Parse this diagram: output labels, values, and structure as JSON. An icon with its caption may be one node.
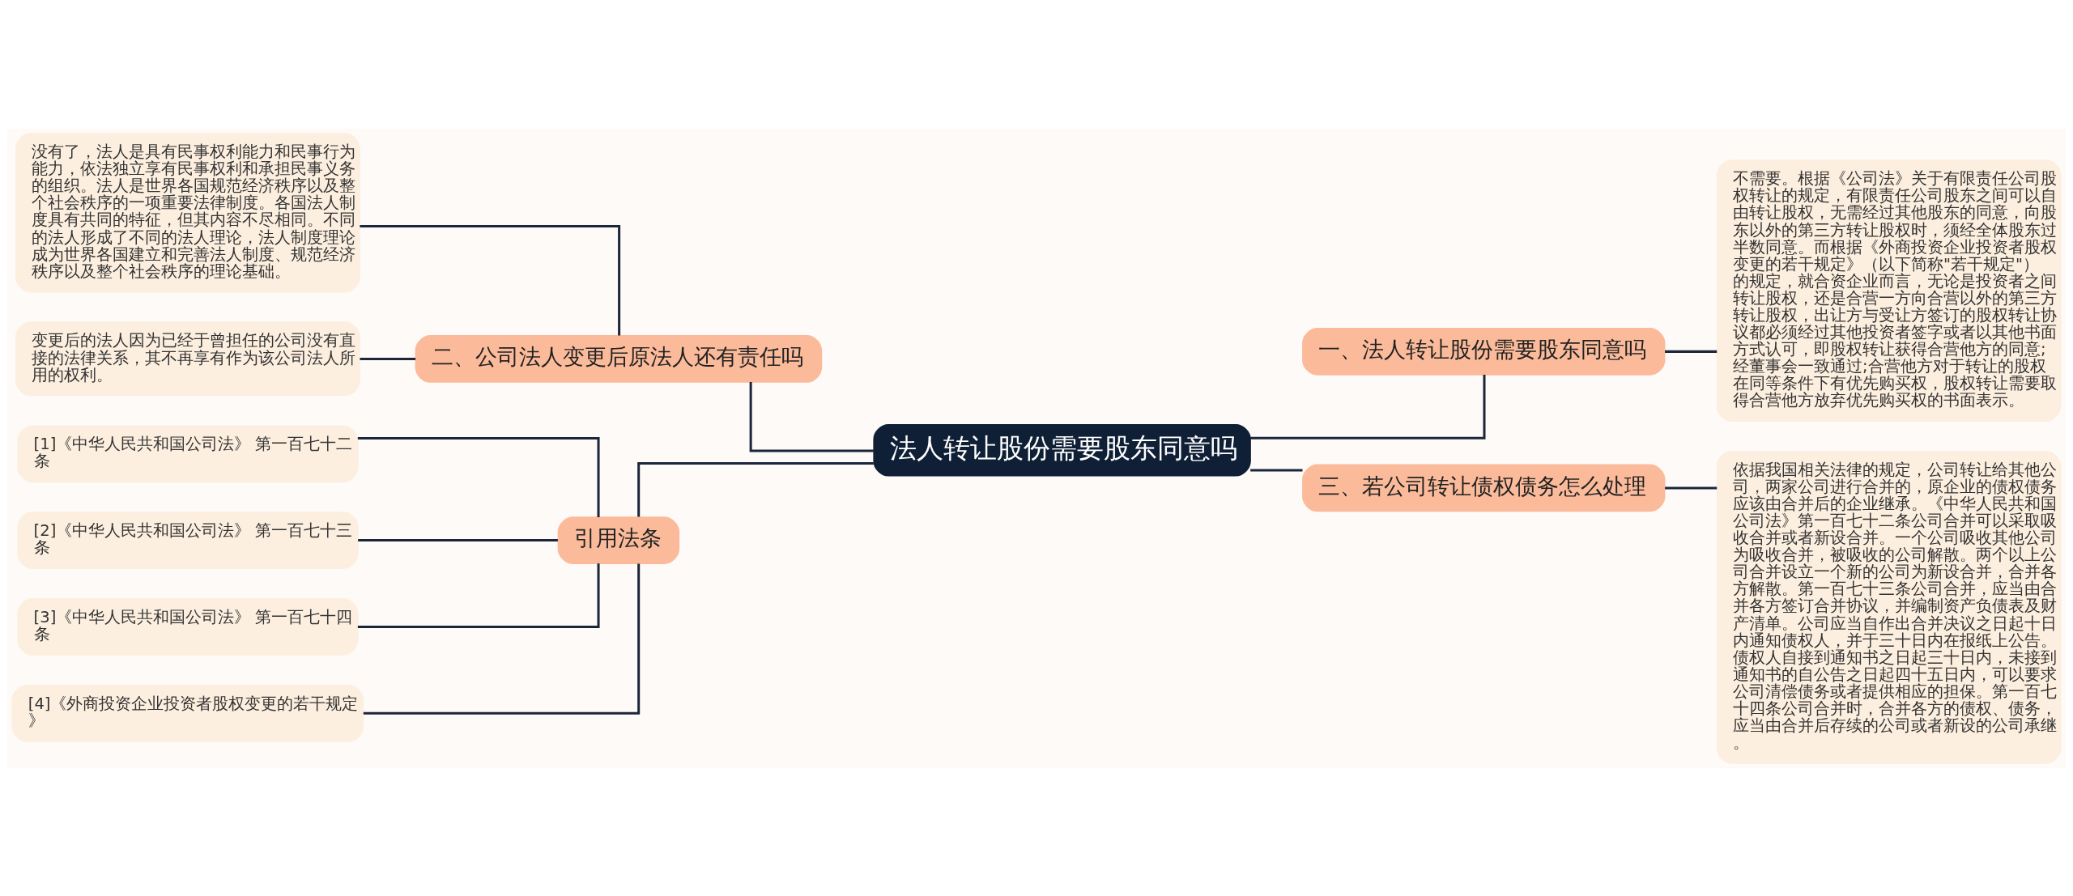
{
  "diagram": {
    "nodes": [
      {
        "text": [
          "法人转让股份需要股东同意吗"
        ]
      },
      {
        "text": [
          "一、法人转让股份需要股东同意吗"
        ]
      },
      {
        "text": [
          "不需要。根据《公司法》关于有限责任公司股权转让的规定，有限责任公司股东之间可以自由转让股权，无需经过其他股东的同意，向股东以外的第三方转让股权时，须经全体股东过半数同意。而根据《外商投资企业投资者股权变更的若干规定》（以下简称\"若干规定\"）的规定，就合资企业而言，无论是投资者之间转让股权，还是合营一方向合营以外的第三方转让股权，出让方与受让方签订的股权转让协议都必须经过其他投资者签字或者以其他书面方式认可，即股权转让获得合营他方的同意;经董事会一致通过;合营他方对于转让的股权在同等条件下有优先购买权，股权转让需要取得合营他方放弃优先购买权的书面表示。"
        ]
      },
      {
        "text": [
          "三、若公司转让债权债务怎么处理"
        ]
      },
      {
        "text": [
          "依据我国相关法律的规定，公司转让给其他公司，两家公司进行合并的，原企业的债权债务应该由合并后的企业继承。《中华人民共和国公司法》第一百七十二条公司合并可以采取吸收合并或者新设合并。一个公司吸收其他公司为吸收合并，被吸收的公司解散。两个以上公司合并设立一个新的公司为新设合并，合并各方解散。第一百七十三条公司合并，应当由合并各方签订合并协议，并编制资产负债表及财产清单。公司应当自作出合并决议之日起十日内通知债权人，并于三十日内在报纸上公告。债权人自接到通知书之日起三十日内，未接到通知书的自公告之日起四十五日内，可以要求公司清偿债务或者提供相应的担保。第一百七十四条公司合并时，合并各方的债权、债务，应当由合并后存续的公司或者新设的公司承继。"
        ]
      },
      {
        "text": [
          "二、公司法人变更后原法人还有责任吗"
        ]
      },
      {
        "text": [
          "没有了，法人是具有民事权利能力和民事行为能力，依法独立享有民事权利和承担民事义务的组织。法人是世界各国规范经济秩序以及整个社会秩序的一项重要法律制度。各国法人制度具有共同的特征，但其内容不尽相同。不同的法人形成了不同的法人理论，法人制度理论成为世界各国建立和完善法人制度、规范经济秩序以及整个社会秩序的理论基础。"
        ]
      },
      {
        "text": [
          "变更后的法人因为已经于曾担任的公司没有直接的法律关系，其不再享有作为该公司法人所用的权利。"
        ]
      },
      {
        "text": [
          "引用法条"
        ]
      },
      {
        "text": [
          "[1]《中华人民共和国公司法》 第一百七十二条"
        ]
      },
      {
        "text": [
          "[2]《中华人民共和国公司法》 第一百七十三条"
        ]
      },
      {
        "text": [
          "[3]《中华人民共和国公司法》 第一百七十四条"
        ]
      },
      {
        "text": [
          "[4]《外商投资企业投资者股权变更的若干规定》"
        ]
      }
    ],
    "edges": [
      {
        "from": 0,
        "to": 1,
        "arrow": "none"
      },
      {
        "from": 1,
        "to": 2,
        "arrow": "none"
      },
      {
        "from": 0,
        "to": 3,
        "arrow": "none"
      },
      {
        "from": 3,
        "to": 4,
        "arrow": "none"
      },
      {
        "from": 0,
        "to": 5,
        "arrow": "none"
      },
      {
        "from": 5,
        "to": 6,
        "arrow": "none"
      },
      {
        "from": 5,
        "to": 7,
        "arrow": "none"
      },
      {
        "from": 0,
        "to": 8,
        "arrow": "none"
      },
      {
        "from": 8,
        "to": 9,
        "arrow": "none"
      },
      {
        "from": 8,
        "to": 10,
        "arrow": "none"
      },
      {
        "from": 8,
        "to": 11,
        "arrow": "none"
      },
      {
        "from": 8,
        "to": 12,
        "arrow": "none"
      }
    ]
  }
}
